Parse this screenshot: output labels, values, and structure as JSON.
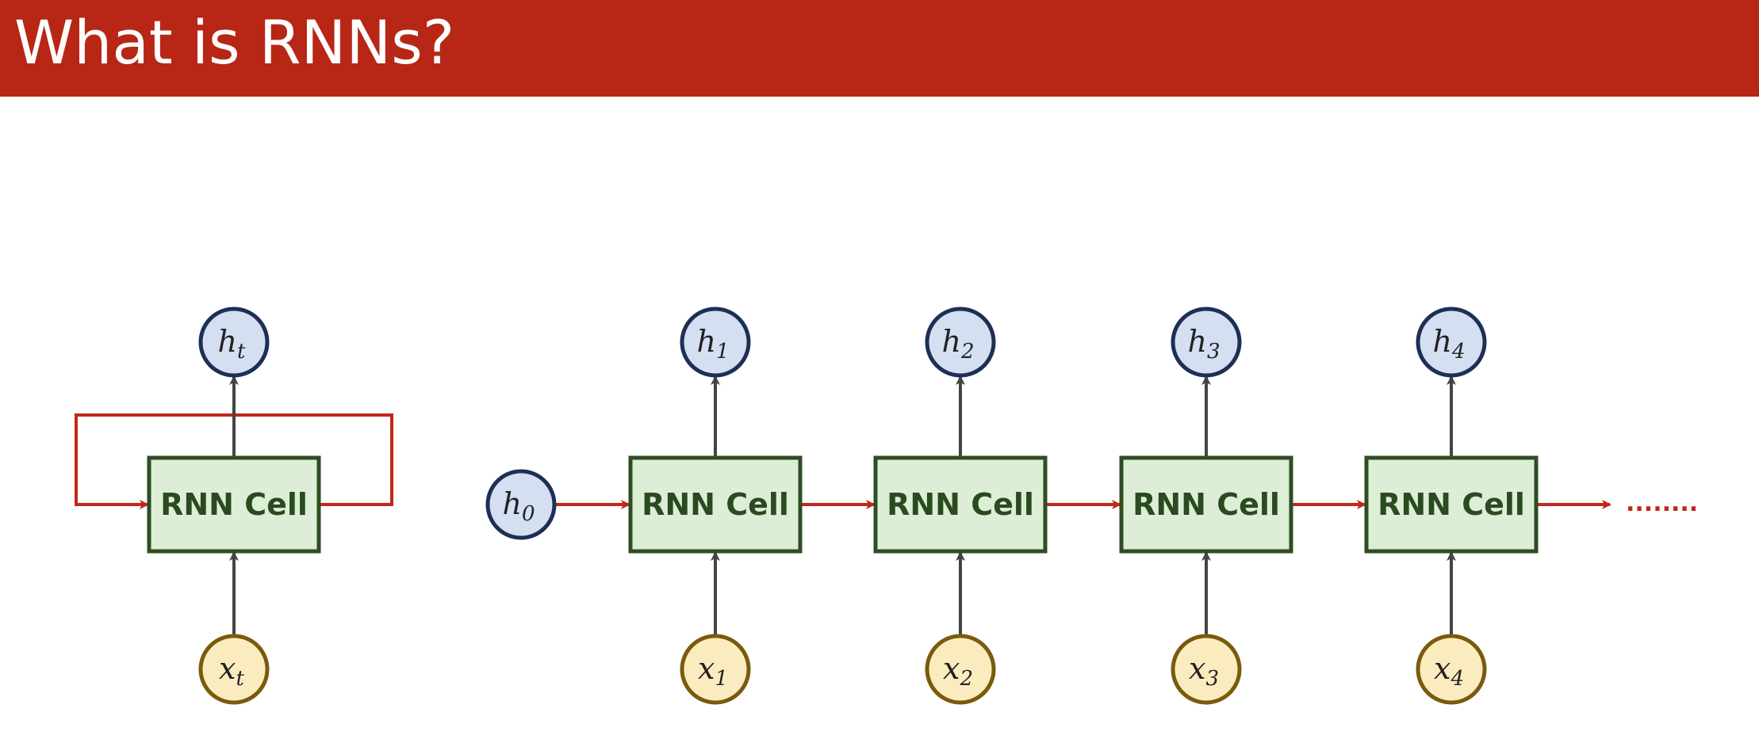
{
  "slide": {
    "title": "What is RNNs?"
  },
  "colors": {
    "title_bar": "#b82615",
    "cell_fill": "#dcefd6",
    "cell_stroke": "#2e4d22",
    "hidden_fill": "#d4dff1",
    "hidden_stroke": "#1d2f55",
    "input_fill": "#fbecbf",
    "input_stroke": "#7a5a0c",
    "recurrent_arrow": "#c0281a",
    "io_arrow": "#444444"
  },
  "folded": {
    "cell_label": "RNN Cell",
    "output": {
      "base": "h",
      "sub": "t"
    },
    "input": {
      "base": "x",
      "sub": "t"
    }
  },
  "unrolled": {
    "initial_state": {
      "base": "h",
      "sub": "0"
    },
    "steps": [
      {
        "cell_label": "RNN Cell",
        "output": {
          "base": "h",
          "sub": "1"
        },
        "input": {
          "base": "x",
          "sub": "1"
        }
      },
      {
        "cell_label": "RNN Cell",
        "output": {
          "base": "h",
          "sub": "2"
        },
        "input": {
          "base": "x",
          "sub": "2"
        }
      },
      {
        "cell_label": "RNN Cell",
        "output": {
          "base": "h",
          "sub": "3"
        },
        "input": {
          "base": "x",
          "sub": "3"
        }
      },
      {
        "cell_label": "RNN Cell",
        "output": {
          "base": "h",
          "sub": "4"
        },
        "input": {
          "base": "x",
          "sub": "4"
        }
      }
    ],
    "continuation": "........"
  }
}
